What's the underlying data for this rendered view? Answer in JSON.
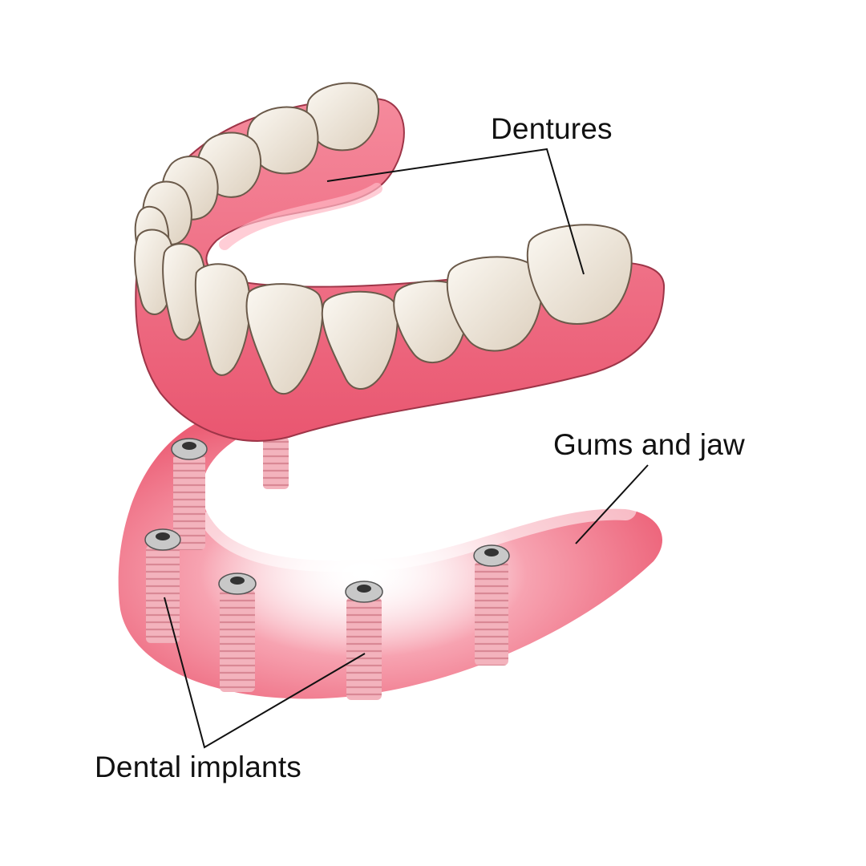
{
  "labels": {
    "dentures": "Dentures",
    "gums_and_jaw": "Gums and jaw",
    "dental_implants": "Dental implants"
  },
  "colors": {
    "gum_pink": "#f06a80",
    "gum_light": "#f9b3bf",
    "tooth": "#f3ede4",
    "tooth_shadow": "#d9cbb8",
    "implant_thread": "#e9a1ac",
    "implant_cap": "#bdbdbd",
    "leader_line": "#111111"
  }
}
